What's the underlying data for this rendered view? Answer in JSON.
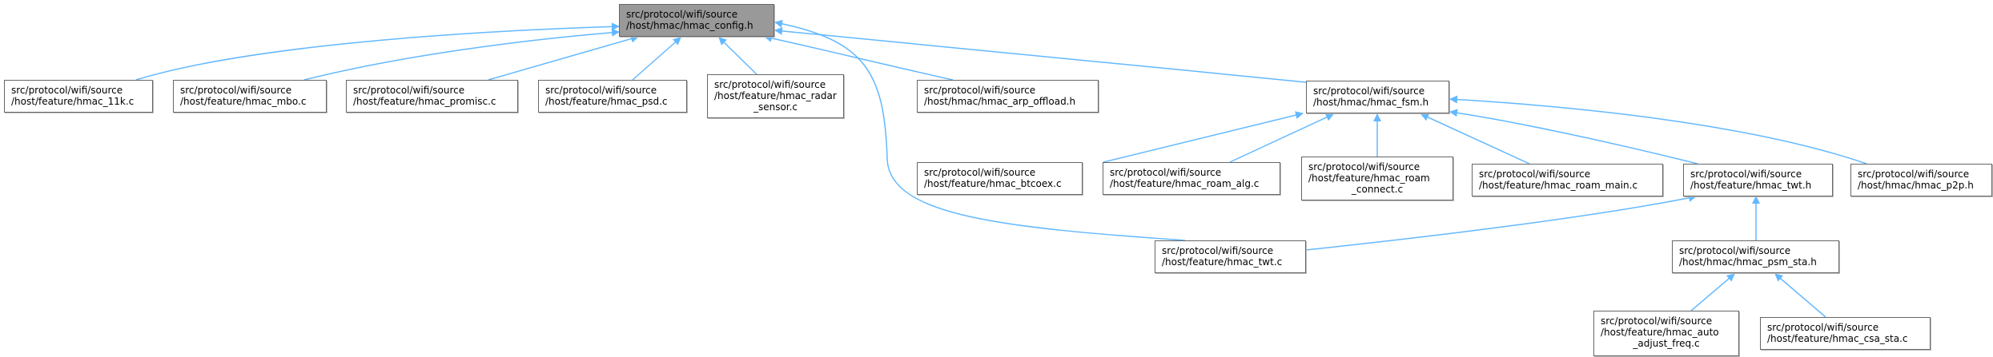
{
  "colors": {
    "edge": "#63b8ff",
    "root_fill": "#999999",
    "node_border": "#666666"
  },
  "nodes": [
    {
      "lines": [
        "src/protocol/wifi/source",
        "/host/hmac/hmac_config.h"
      ]
    },
    {
      "lines": [
        "src/protocol/wifi/source",
        "/host/feature/hmac_11k.c"
      ]
    },
    {
      "lines": [
        "src/protocol/wifi/source",
        "/host/feature/hmac_mbo.c"
      ]
    },
    {
      "lines": [
        "src/protocol/wifi/source",
        "/host/feature/hmac_promisc.c"
      ]
    },
    {
      "lines": [
        "src/protocol/wifi/source",
        "/host/feature/hmac_psd.c"
      ]
    },
    {
      "lines": [
        "src/protocol/wifi/source",
        "/host/feature/hmac_radar",
        "_sensor.c"
      ]
    },
    {
      "lines": [
        "src/protocol/wifi/source",
        "/host/hmac/hmac_arp_offload.h"
      ]
    },
    {
      "lines": [
        "src/protocol/wifi/source",
        "/host/hmac/hmac_fsm.h"
      ]
    },
    {
      "lines": [
        "src/protocol/wifi/source",
        "/host/feature/hmac_btcoex.c"
      ]
    },
    {
      "lines": [
        "src/protocol/wifi/source",
        "/host/feature/hmac_roam_alg.c"
      ]
    },
    {
      "lines": [
        "src/protocol/wifi/source",
        "/host/feature/hmac_roam",
        "_connect.c"
      ]
    },
    {
      "lines": [
        "src/protocol/wifi/source",
        "/host/feature/hmac_roam_main.c"
      ]
    },
    {
      "lines": [
        "src/protocol/wifi/source",
        "/host/feature/hmac_twt.h"
      ]
    },
    {
      "lines": [
        "src/protocol/wifi/source",
        "/host/hmac/hmac_p2p.h"
      ]
    },
    {
      "lines": [
        "src/protocol/wifi/source",
        "/host/feature/hmac_twt.c"
      ]
    },
    {
      "lines": [
        "src/protocol/wifi/source",
        "/host/hmac/hmac_psm_sta.h"
      ]
    },
    {
      "lines": [
        "src/protocol/wifi/source",
        "/host/feature/hmac_auto",
        "_adjust_freq.c"
      ]
    },
    {
      "lines": [
        "src/protocol/wifi/source",
        "/host/feature/hmac_csa_sta.c"
      ]
    }
  ]
}
